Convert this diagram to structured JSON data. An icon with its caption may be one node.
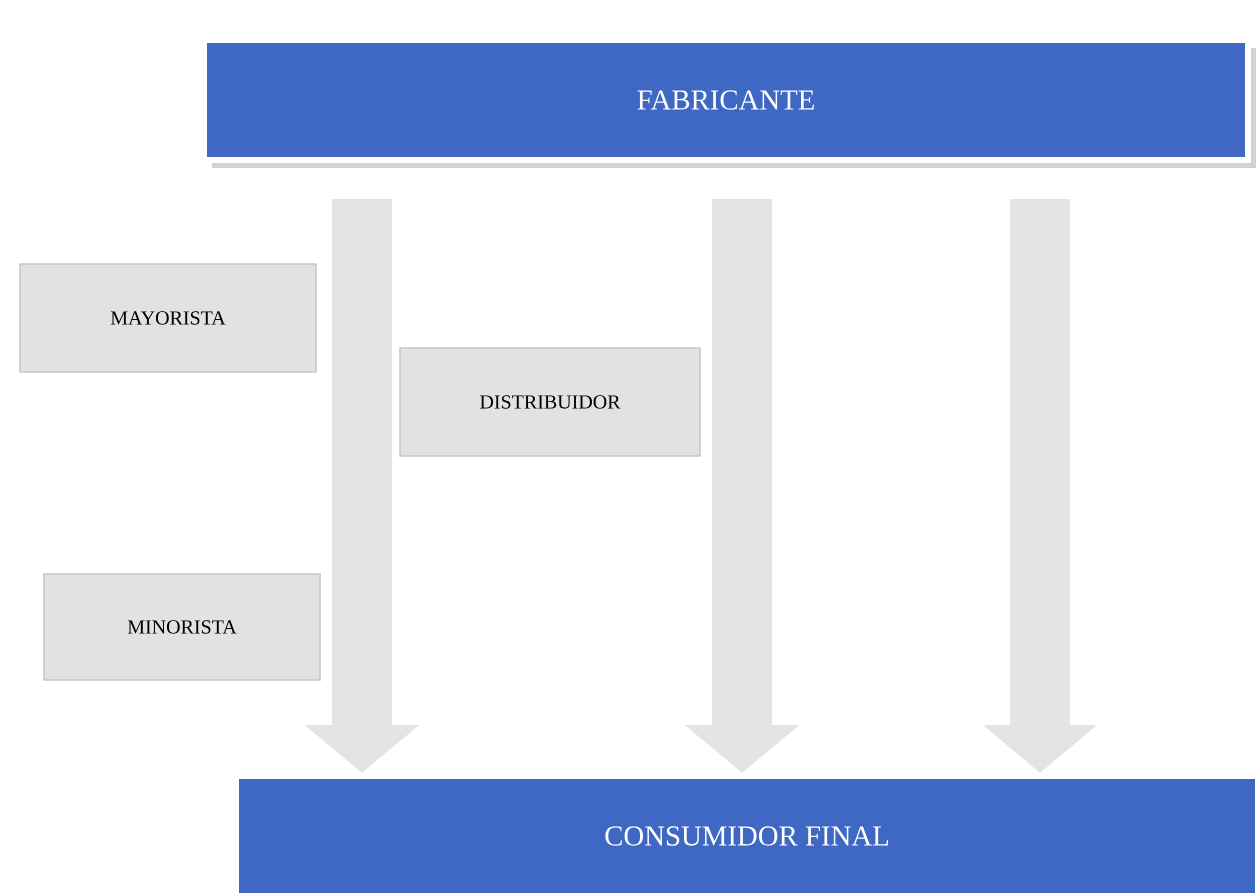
{
  "diagram": {
    "nodes": [
      {
        "text": [
          "FABRICANTE"
        ]
      },
      {
        "text": [
          "MAYORISTA"
        ]
      },
      {
        "text": [
          "DISTRIBUIDOR"
        ]
      },
      {
        "text": [
          "MINORISTA"
        ]
      },
      {
        "text": [
          "CONSUMIDOR FINAL"
        ]
      }
    ],
    "edges": [
      {
        "from": 0,
        "to": 4,
        "arrow": "to"
      },
      {
        "from": 0,
        "to": 4,
        "arrow": "to"
      },
      {
        "from": 0,
        "to": 4,
        "arrow": "to"
      }
    ]
  }
}
